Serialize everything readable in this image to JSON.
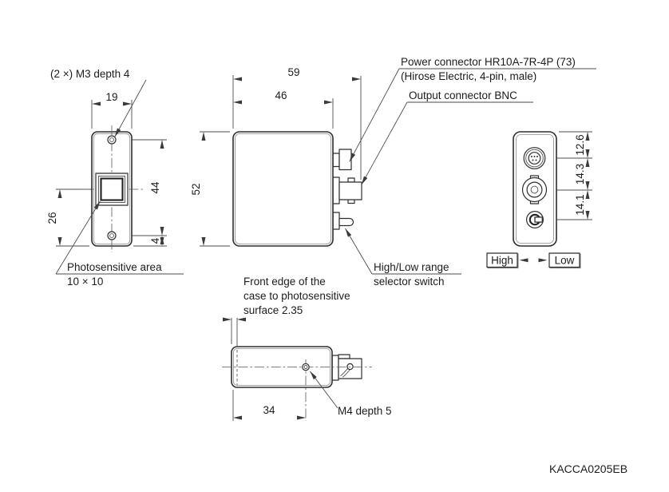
{
  "title_code": "KACCA0205EB",
  "front_view": {
    "label_m3": "(2 ×) M3 depth 4",
    "label_photosensitive_line1": "Photosensitive area",
    "label_photosensitive_line2": "10 × 10",
    "dim_width": "19",
    "dim_hole_span": "44",
    "dim_hole_to_bottom": "4",
    "dim_center_to_bottom": "26"
  },
  "side_view": {
    "dim_overall_depth": "59",
    "dim_body_depth": "46",
    "dim_height": "52",
    "label_power_line1": "Power connector HR10A-7R-4P (73)",
    "label_power_line2": "(Hirose Electric, 4-pin, male)",
    "label_output": "Output connector BNC",
    "label_switch_line1": "High/Low range",
    "label_switch_line2": "selector switch"
  },
  "rear_view": {
    "dim_top_to_power": "12.6",
    "dim_power_to_bnc": "14.3",
    "dim_bnc_to_switch": "14.1",
    "label_high": "High",
    "label_low": "Low"
  },
  "top_view": {
    "note_line1": "Front edge of the",
    "note_line2": "case to photosensitive",
    "note_line3": "surface 2.35",
    "dim_m4_offset": "34",
    "label_m4": "M4 depth 5"
  }
}
